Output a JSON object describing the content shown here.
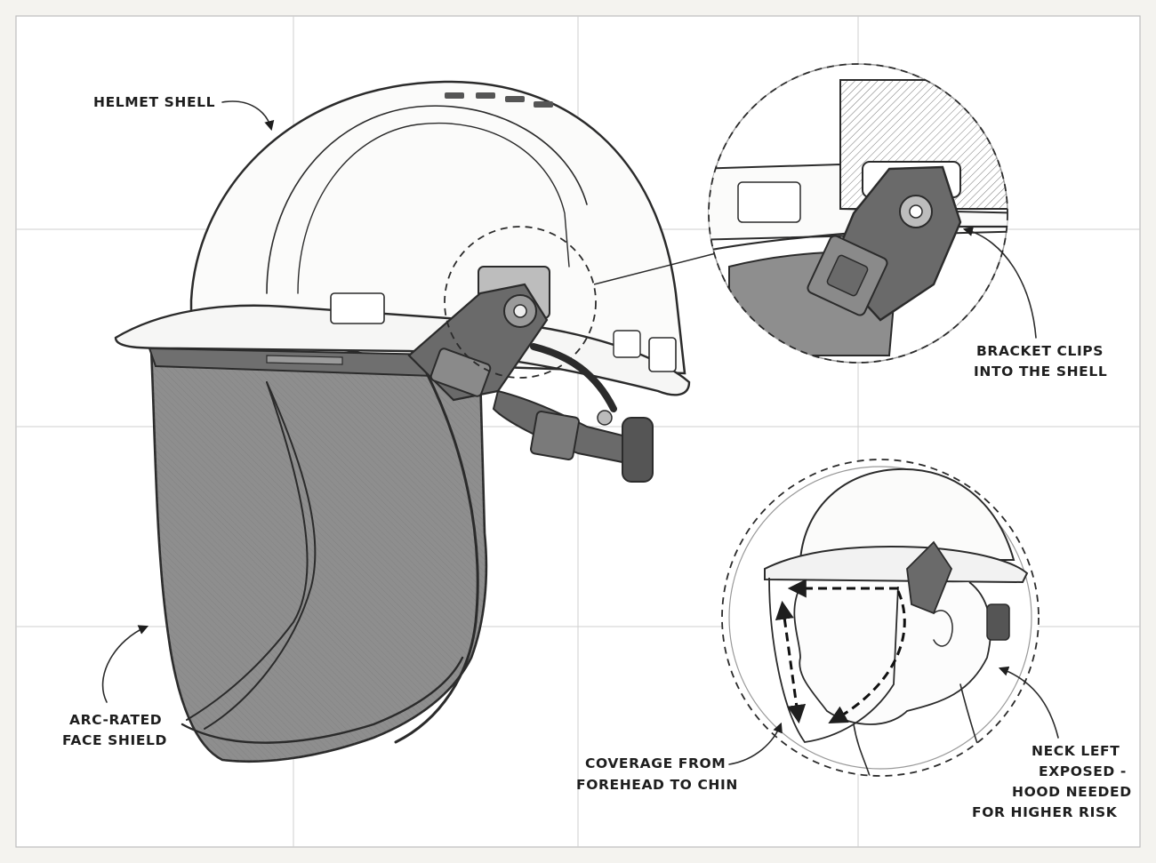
{
  "labels": {
    "helmet_shell": "HELMET SHELL",
    "face_shield_line1": "ARC-RATED",
    "face_shield_line2": "FACE SHIELD",
    "bracket_line1": "BRACKET CLIPS",
    "bracket_line2": "INTO THE SHELL",
    "coverage_line1": "COVERAGE FROM",
    "coverage_line2": "FOREHEAD TO CHIN",
    "neck_line1": "NECK LEFT",
    "neck_line2": "EXPOSED -",
    "neck_line3": "HOOD NEEDED",
    "neck_line4": "FOR HIGHER RISK"
  },
  "colors": {
    "paper": "#f4f3ef",
    "ink": "#2b2b2b",
    "grid": "#c9c9c9",
    "shell_fill": "#fbfbfa",
    "shield_fill": "#8e8e8e",
    "hardware_fill": "#6a6a6a"
  }
}
